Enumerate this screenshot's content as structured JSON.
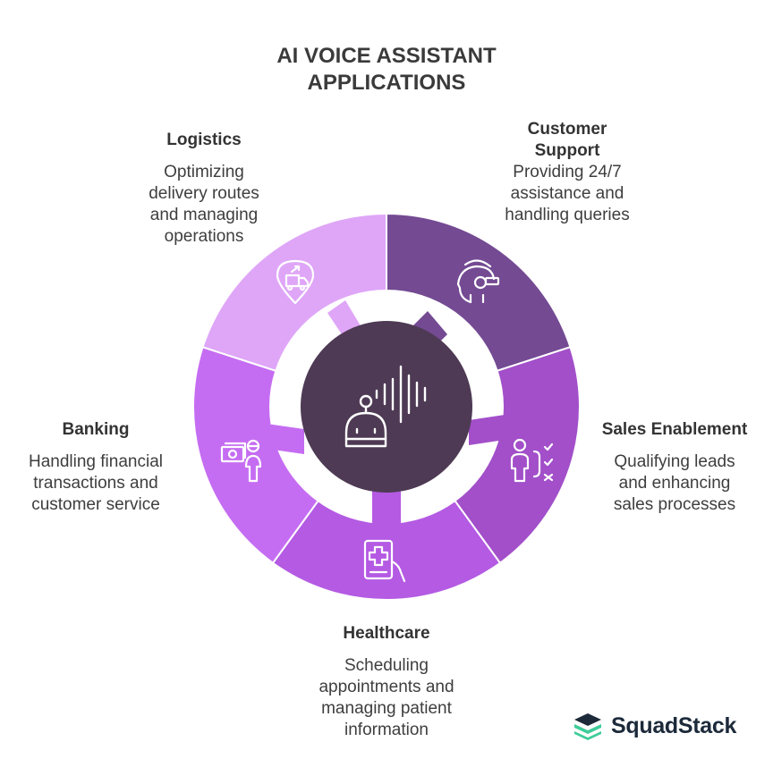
{
  "title": "AI VOICE ASSISTANT\nAPPLICATIONS",
  "colors": {
    "customer_support": "#744a93",
    "sales_enablement": "#a24fc9",
    "healthcare": "#b45ae3",
    "banking": "#c56df2",
    "logistics": "#dfa6f8",
    "center": "#4e3a54",
    "icon_stroke": "#ffffff"
  },
  "center": {
    "icon": "robot-voice-icon"
  },
  "segments": [
    {
      "key": "customer_support",
      "name": "Customer\nSupport",
      "description": "Providing 24/7\nassistance and\nhandling queries",
      "icon": "support-agent-headset-icon"
    },
    {
      "key": "sales_enablement",
      "name": "Sales Enablement",
      "description": "Qualifying leads\nand enhancing\nsales processes",
      "icon": "sales-strategy-icon"
    },
    {
      "key": "healthcare",
      "name": "Healthcare",
      "description": "Scheduling\nappointments and\nmanaging patient\ninformation",
      "icon": "medical-tablet-icon"
    },
    {
      "key": "banking",
      "name": "Banking",
      "description": "Handling financial\ntransactions and\ncustomer service",
      "icon": "banking-customer-icon"
    },
    {
      "key": "logistics",
      "name": "Logistics",
      "description": "Optimizing\ndelivery routes\nand managing\noperations",
      "icon": "delivery-truck-location-icon"
    }
  ],
  "logo": {
    "name": "SquadStack",
    "icon": "stack-layers-icon"
  }
}
